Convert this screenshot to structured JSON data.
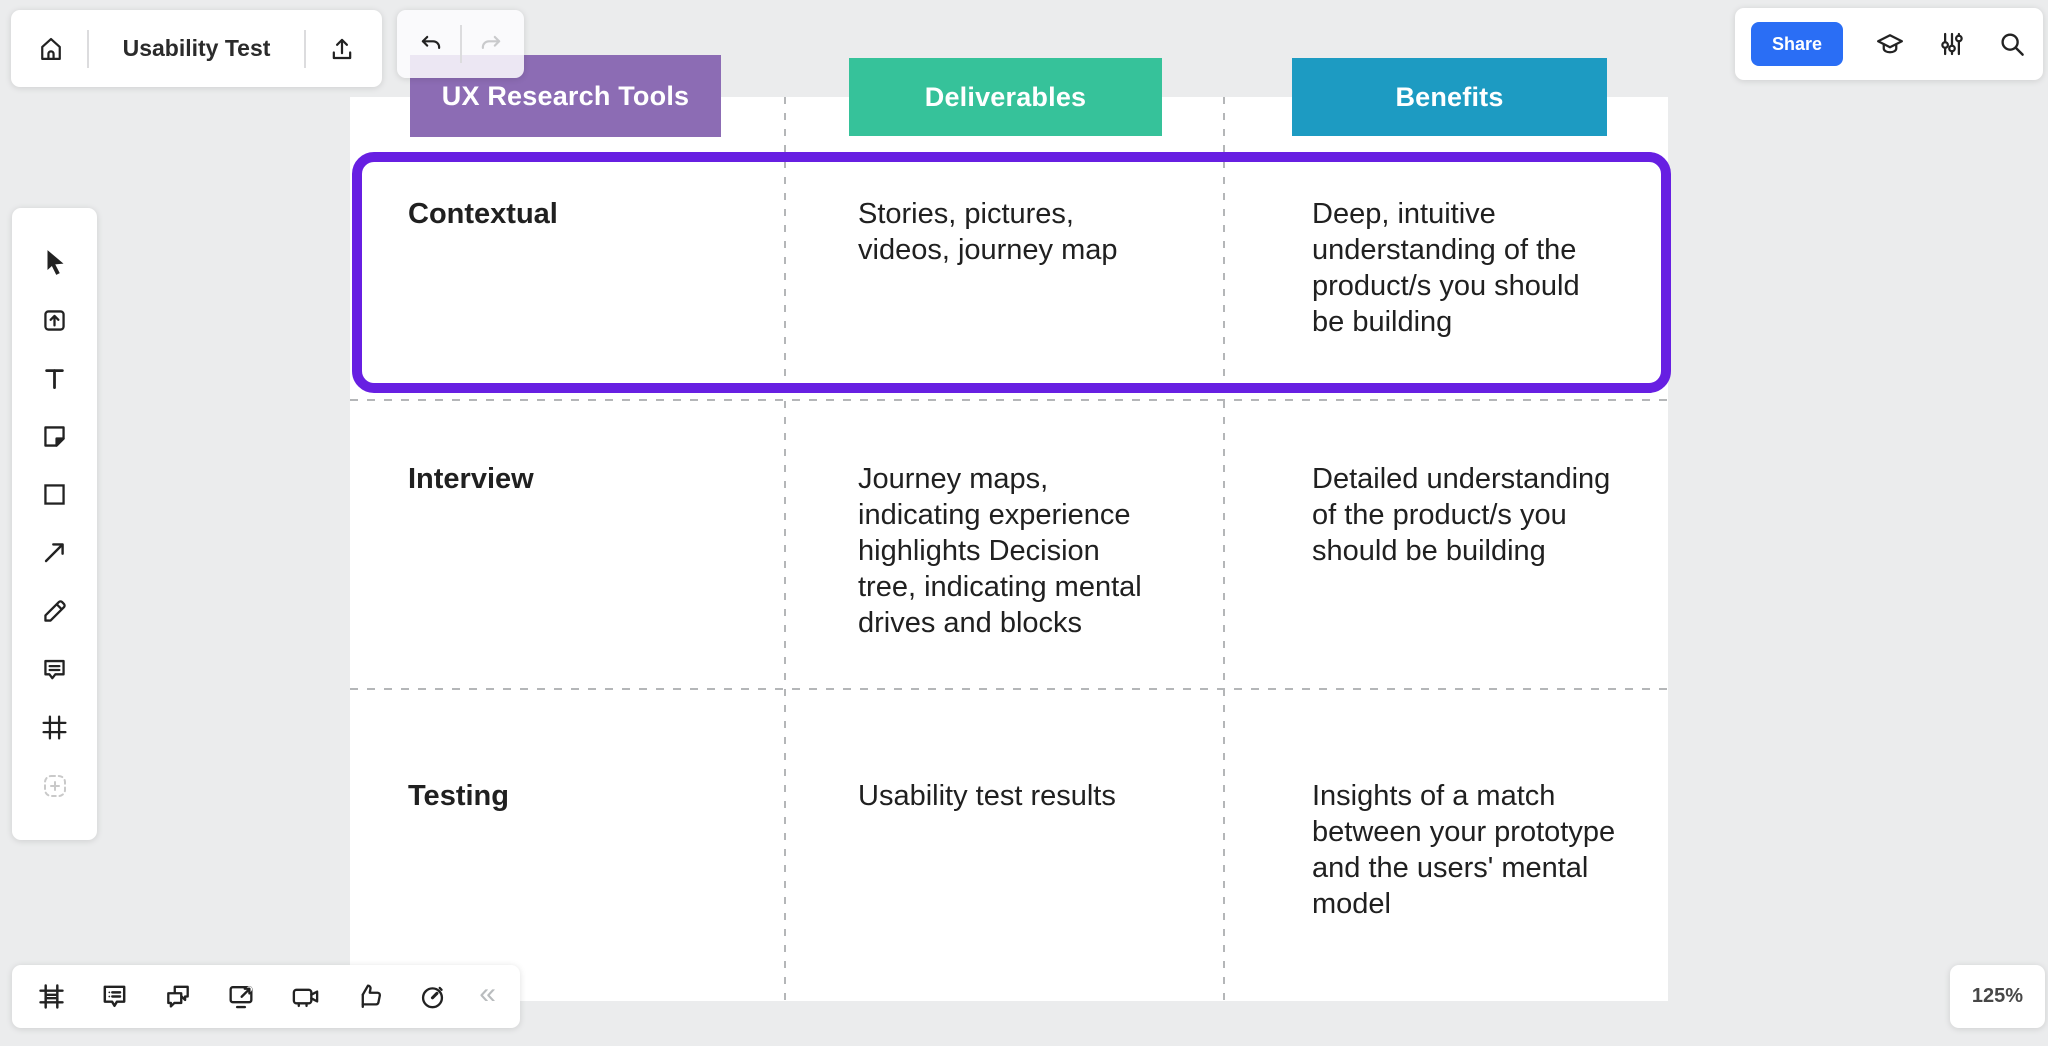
{
  "topbar": {
    "board_title": "Usability Test",
    "share_label": "Share",
    "icons": [
      "home-icon",
      "export-icon",
      "undo-icon",
      "redo-icon",
      "learn-icon",
      "settings-sliders-icon",
      "search-icon"
    ]
  },
  "sidebar": {
    "tools": [
      "select-cursor",
      "upload",
      "text",
      "sticky-note",
      "shape",
      "arrow",
      "pen",
      "comment",
      "frame",
      "add-more"
    ]
  },
  "bottombar": {
    "tools": [
      "frames",
      "notes",
      "chat",
      "present",
      "video-call",
      "reactions",
      "timer",
      "collapse"
    ],
    "collapse_glyph": "«"
  },
  "statusbar": {
    "zoom_level": "125%"
  },
  "colors": {
    "header_tools": "#8c6cb4",
    "header_deliverables": "#36c29a",
    "header_benefits": "#1d9bc2",
    "selection_border": "#671fe2",
    "share_button": "#2a6ef5",
    "canvas": "#ffffff",
    "background": "#ebeced"
  },
  "table": {
    "headers": [
      {
        "label": "UX Research Tools",
        "color": "#8c6cb4"
      },
      {
        "label": "Deliverables",
        "color": "#36c29a"
      },
      {
        "label": "Benefits",
        "color": "#1d9bc2"
      }
    ],
    "rows": [
      {
        "tool": "Contextual",
        "deliverable": "Stories, pictures,\nvideos, journey map",
        "benefit": "Deep, intuitive\nunderstanding of the\nproduct/s you should\nbe building",
        "selected": true
      },
      {
        "tool": "Interview",
        "deliverable": "Journey maps,\nindicating experience\nhighlights Decision\ntree, indicating mental\ndrives and blocks",
        "benefit": "Detailed understanding\nof the product/s you\nshould be building",
        "selected": false
      },
      {
        "tool": "Testing",
        "deliverable": "Usability test results",
        "benefit": "Insights of a match\nbetween your prototype\nand the users' mental\nmodel",
        "selected": false
      }
    ]
  }
}
